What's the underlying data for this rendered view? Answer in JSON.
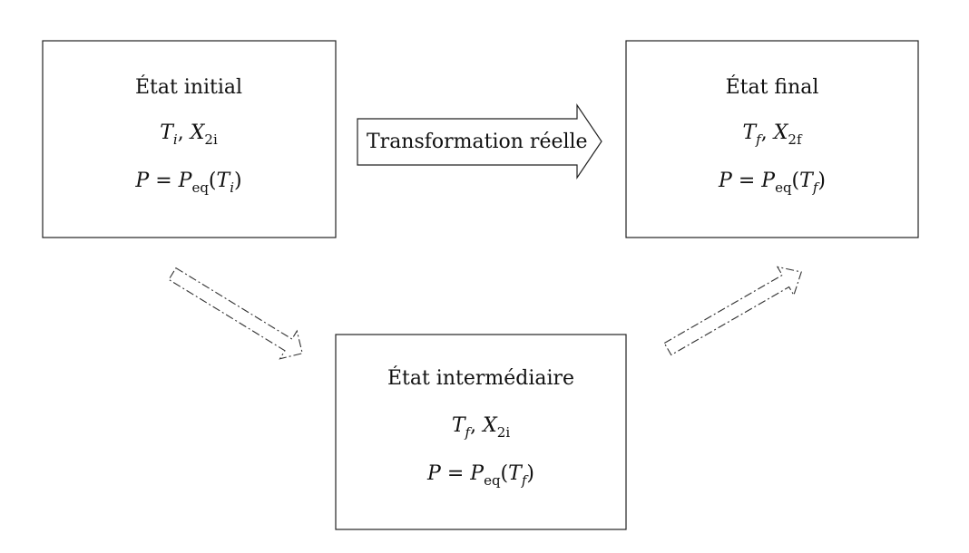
{
  "states": {
    "initial": {
      "title": "État initial",
      "var1": {
        "base": "T",
        "sub": "i"
      },
      "var2": {
        "base": "X",
        "sub": "2i"
      },
      "eq_lhs": "P",
      "eq_sign": "=",
      "eq_func": "P",
      "eq_func_sub": "eq",
      "eq_arg": {
        "base": "T",
        "sub": "i"
      }
    },
    "final": {
      "title": "État final",
      "var1": {
        "base": "T",
        "sub": "f"
      },
      "var2": {
        "base": "X",
        "sub": "2f"
      },
      "eq_lhs": "P",
      "eq_sign": "=",
      "eq_func": "P",
      "eq_func_sub": "eq",
      "eq_arg": {
        "base": "T",
        "sub": "f"
      }
    },
    "intermediate": {
      "title": "État intermédiaire",
      "var1": {
        "base": "T",
        "sub": "f"
      },
      "var2": {
        "base": "X",
        "sub": "2i"
      },
      "eq_lhs": "P",
      "eq_sign": "=",
      "eq_func": "P",
      "eq_func_sub": "eq",
      "eq_arg": {
        "base": "T",
        "sub": "f"
      }
    }
  },
  "arrows": {
    "real": {
      "label": "Transformation réelle"
    }
  }
}
